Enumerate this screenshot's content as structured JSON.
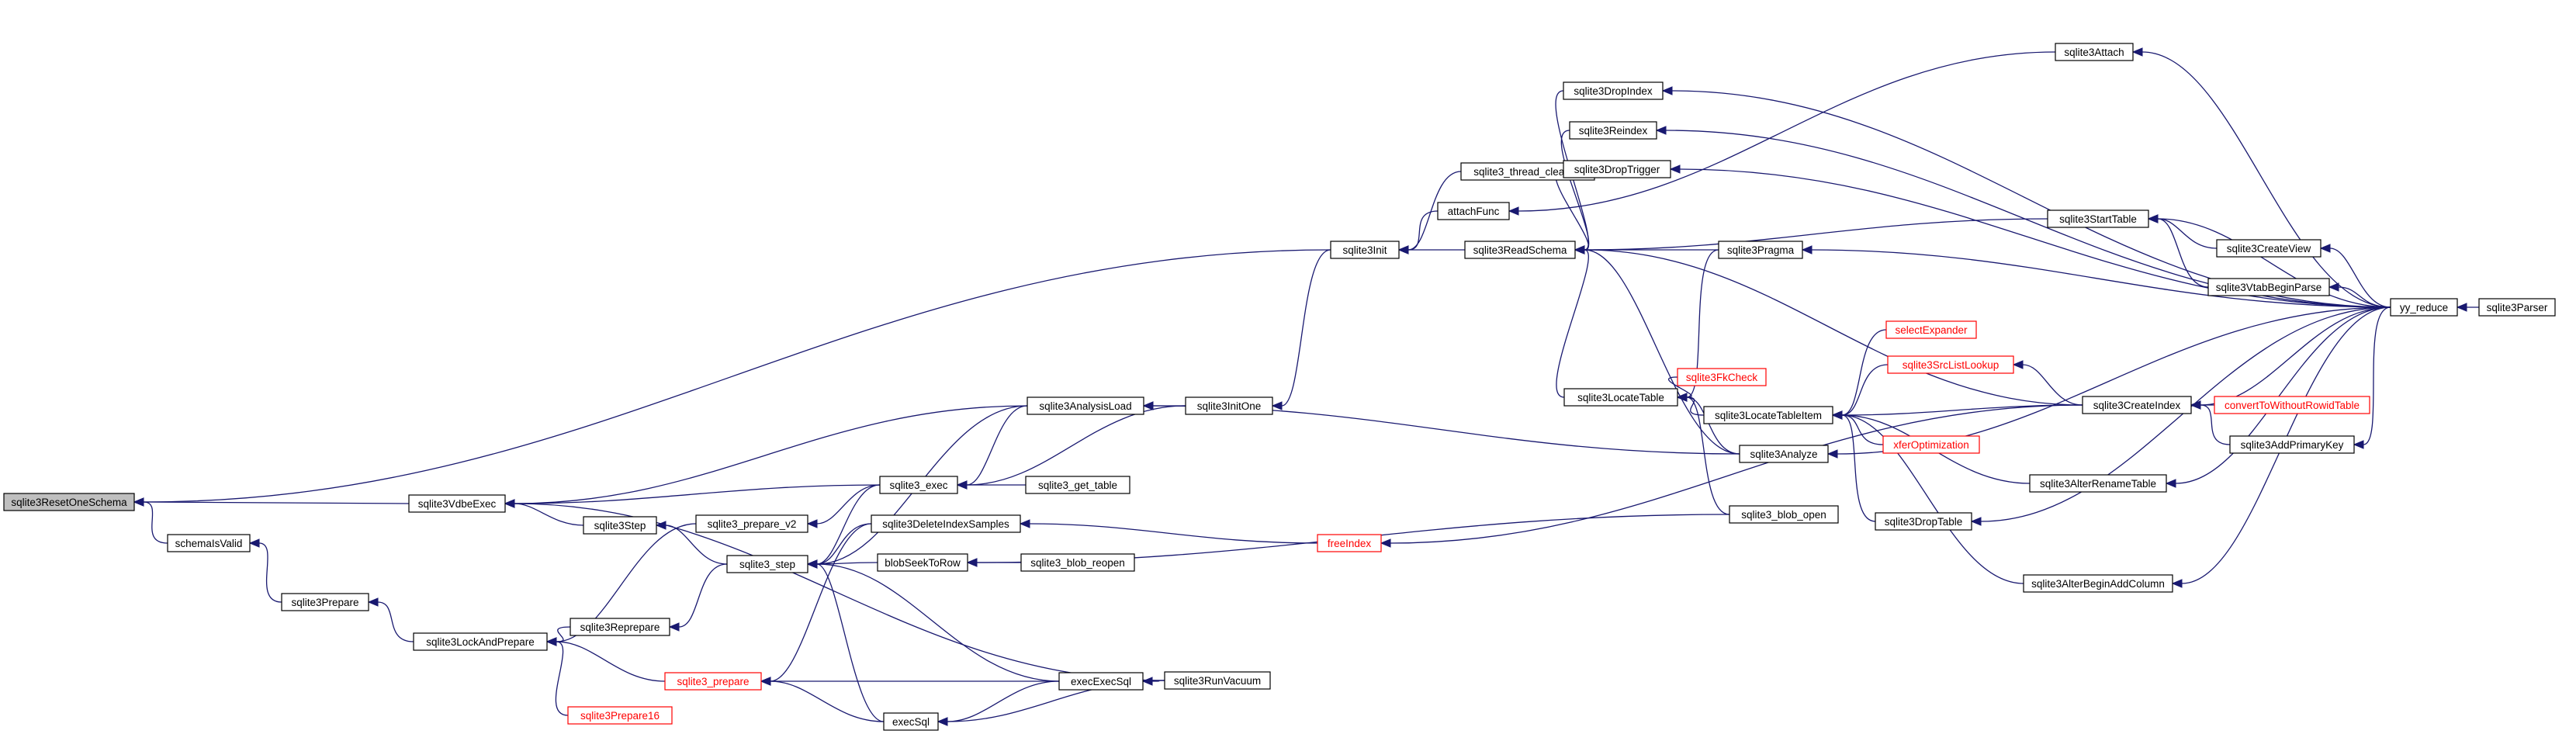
{
  "nodes": [
    {
      "id": "sqlite3ResetOneSchema",
      "label": "sqlite3ResetOneSchema",
      "root": true
    },
    {
      "id": "sqlite3VdbeExec",
      "label": "sqlite3VdbeExec"
    },
    {
      "id": "schemaIsValid",
      "label": "schemaIsValid"
    },
    {
      "id": "sqlite3Init",
      "label": "sqlite3Init"
    },
    {
      "id": "sqlite3Prepare",
      "label": "sqlite3Prepare"
    },
    {
      "id": "sqlite3LockAndPrepare",
      "label": "sqlite3LockAndPrepare"
    },
    {
      "id": "sqlite3Prepare16",
      "label": "sqlite3Prepare16",
      "red": true
    },
    {
      "id": "sqlite3Reprepare",
      "label": "sqlite3Reprepare"
    },
    {
      "id": "sqlite3_prepare",
      "label": "sqlite3_prepare",
      "red": true
    },
    {
      "id": "sqlite3_prepare_v2",
      "label": "sqlite3_prepare_v2"
    },
    {
      "id": "sqlite3Step",
      "label": "sqlite3Step"
    },
    {
      "id": "sqlite3_step",
      "label": "sqlite3_step"
    },
    {
      "id": "sqlite3_exec",
      "label": "sqlite3_exec"
    },
    {
      "id": "sqlite3AnalysisLoad",
      "label": "sqlite3AnalysisLoad"
    },
    {
      "id": "sqlite3DeleteIndexSamples",
      "label": "sqlite3DeleteIndexSamples"
    },
    {
      "id": "blobSeekToRow",
      "label": "blobSeekToRow"
    },
    {
      "id": "execExecSql",
      "label": "execExecSql"
    },
    {
      "id": "execSql",
      "label": "execSql"
    },
    {
      "id": "sqlite3_get_table",
      "label": "sqlite3_get_table"
    },
    {
      "id": "sqlite3_blob_reopen",
      "label": "sqlite3_blob_reopen"
    },
    {
      "id": "sqlite3RunVacuum",
      "label": "sqlite3RunVacuum"
    },
    {
      "id": "sqlite3InitOne",
      "label": "sqlite3InitOne"
    },
    {
      "id": "freeIndex",
      "label": "freeIndex",
      "red": true
    },
    {
      "id": "sqlite3_thread_cleanup",
      "label": "sqlite3_thread_cleanup"
    },
    {
      "id": "attachFunc",
      "label": "attachFunc"
    },
    {
      "id": "sqlite3ReadSchema",
      "label": "sqlite3ReadSchema"
    },
    {
      "id": "sqlite3DropIndex",
      "label": "sqlite3DropIndex"
    },
    {
      "id": "sqlite3Reindex",
      "label": "sqlite3Reindex"
    },
    {
      "id": "sqlite3DropTrigger",
      "label": "sqlite3DropTrigger"
    },
    {
      "id": "sqlite3LocateTable",
      "label": "sqlite3LocateTable"
    },
    {
      "id": "sqlite3Analyze",
      "label": "sqlite3Analyze"
    },
    {
      "id": "sqlite3_blob_open",
      "label": "sqlite3_blob_open"
    },
    {
      "id": "sqlite3FkCheck",
      "label": "sqlite3FkCheck",
      "red": true
    },
    {
      "id": "sqlite3LocateTableItem",
      "label": "sqlite3LocateTableItem"
    },
    {
      "id": "sqlite3Pragma",
      "label": "sqlite3Pragma"
    },
    {
      "id": "sqlite3Attach",
      "label": "sqlite3Attach"
    },
    {
      "id": "sqlite3StartTable",
      "label": "sqlite3StartTable"
    },
    {
      "id": "selectExpander",
      "label": "selectExpander",
      "red": true
    },
    {
      "id": "sqlite3SrcListLookup",
      "label": "sqlite3SrcListLookup",
      "red": true
    },
    {
      "id": "xferOptimization",
      "label": "xferOptimization",
      "red": true
    },
    {
      "id": "sqlite3DropTable",
      "label": "sqlite3DropTable"
    },
    {
      "id": "sqlite3AlterRenameTable",
      "label": "sqlite3AlterRenameTable"
    },
    {
      "id": "sqlite3AlterBeginAddColumn",
      "label": "sqlite3AlterBeginAddColumn"
    },
    {
      "id": "sqlite3CreateIndex",
      "label": "sqlite3CreateIndex"
    },
    {
      "id": "sqlite3CreateView",
      "label": "sqlite3CreateView"
    },
    {
      "id": "sqlite3VtabBeginParse",
      "label": "sqlite3VtabBeginParse"
    },
    {
      "id": "convertToWithoutRowidTable",
      "label": "convertToWithoutRowidTable",
      "red": true
    },
    {
      "id": "sqlite3AddPrimaryKey",
      "label": "sqlite3AddPrimaryKey"
    },
    {
      "id": "yy_reduce",
      "label": "yy_reduce"
    },
    {
      "id": "sqlite3Parser",
      "label": "sqlite3Parser"
    }
  ],
  "edges": [
    [
      "sqlite3VdbeExec",
      "sqlite3ResetOneSchema"
    ],
    [
      "schemaIsValid",
      "sqlite3ResetOneSchema"
    ],
    [
      "sqlite3Init",
      "sqlite3ResetOneSchema"
    ],
    [
      "sqlite3Prepare",
      "schemaIsValid"
    ],
    [
      "sqlite3LockAndPrepare",
      "sqlite3Prepare"
    ],
    [
      "sqlite3Prepare16",
      "sqlite3LockAndPrepare"
    ],
    [
      "sqlite3Reprepare",
      "sqlite3LockAndPrepare"
    ],
    [
      "sqlite3_prepare",
      "sqlite3LockAndPrepare"
    ],
    [
      "sqlite3_prepare_v2",
      "sqlite3LockAndPrepare"
    ],
    [
      "sqlite3Step",
      "sqlite3VdbeExec"
    ],
    [
      "sqlite3_exec",
      "sqlite3VdbeExec"
    ],
    [
      "sqlite3AnalysisLoad",
      "sqlite3VdbeExec"
    ],
    [
      "sqlite3RunVacuum",
      "sqlite3VdbeExec"
    ],
    [
      "sqlite3_step",
      "sqlite3Step"
    ],
    [
      "sqlite3_step",
      "sqlite3Reprepare"
    ],
    [
      "sqlite3_exec",
      "sqlite3_prepare_v2"
    ],
    [
      "sqlite3_exec",
      "sqlite3_step"
    ],
    [
      "sqlite3DeleteIndexSamples",
      "sqlite3_step"
    ],
    [
      "blobSeekToRow",
      "sqlite3_step"
    ],
    [
      "execExecSql",
      "sqlite3_step"
    ],
    [
      "execSql",
      "sqlite3_step"
    ],
    [
      "sqlite3AnalysisLoad",
      "sqlite3_step"
    ],
    [
      "sqlite3AnalysisLoad",
      "sqlite3_exec"
    ],
    [
      "sqlite3_get_table",
      "sqlite3_exec"
    ],
    [
      "sqlite3InitOne",
      "sqlite3_exec"
    ],
    [
      "sqlite3DeleteIndexSamples",
      "sqlite3_prepare"
    ],
    [
      "execExecSql",
      "sqlite3_prepare"
    ],
    [
      "execSql",
      "sqlite3_prepare"
    ],
    [
      "sqlite3RunVacuum",
      "execExecSql"
    ],
    [
      "sqlite3RunVacuum",
      "execSql"
    ],
    [
      "execExecSql",
      "execSql"
    ],
    [
      "sqlite3_blob_reopen",
      "blobSeekToRow"
    ],
    [
      "sqlite3_blob_open",
      "blobSeekToRow"
    ],
    [
      "sqlite3InitOne",
      "sqlite3AnalysisLoad"
    ],
    [
      "sqlite3Analyze",
      "sqlite3AnalysisLoad"
    ],
    [
      "freeIndex",
      "sqlite3DeleteIndexSamples"
    ],
    [
      "sqlite3CreateIndex",
      "freeIndex"
    ],
    [
      "sqlite3Init",
      "sqlite3InitOne"
    ],
    [
      "sqlite3_thread_cleanup",
      "sqlite3Init"
    ],
    [
      "attachFunc",
      "sqlite3Init"
    ],
    [
      "sqlite3ReadSchema",
      "sqlite3Init"
    ],
    [
      "sqlite3Attach",
      "attachFunc"
    ],
    [
      "sqlite3DropIndex",
      "sqlite3ReadSchema"
    ],
    [
      "sqlite3Reindex",
      "sqlite3ReadSchema"
    ],
    [
      "sqlite3DropTrigger",
      "sqlite3ReadSchema"
    ],
    [
      "sqlite3StartTable",
      "sqlite3ReadSchema"
    ],
    [
      "sqlite3Pragma",
      "sqlite3ReadSchema"
    ],
    [
      "sqlite3LocateTable",
      "sqlite3ReadSchema"
    ],
    [
      "sqlite3Analyze",
      "sqlite3ReadSchema"
    ],
    [
      "sqlite3CreateIndex",
      "sqlite3ReadSchema"
    ],
    [
      "sqlite3Pragma",
      "sqlite3LocateTable"
    ],
    [
      "sqlite3FkCheck",
      "sqlite3LocateTable"
    ],
    [
      "sqlite3LocateTableItem",
      "sqlite3LocateTable"
    ],
    [
      "sqlite3Analyze",
      "sqlite3LocateTable"
    ],
    [
      "sqlite3_blob_open",
      "sqlite3LocateTable"
    ],
    [
      "selectExpander",
      "sqlite3LocateTableItem"
    ],
    [
      "sqlite3SrcListLookup",
      "sqlite3LocateTableItem"
    ],
    [
      "xferOptimization",
      "sqlite3LocateTableItem"
    ],
    [
      "sqlite3CreateIndex",
      "sqlite3LocateTableItem"
    ],
    [
      "sqlite3AlterRenameTable",
      "sqlite3LocateTableItem"
    ],
    [
      "sqlite3DropTable",
      "sqlite3LocateTableItem"
    ],
    [
      "sqlite3AlterBeginAddColumn",
      "sqlite3LocateTableItem"
    ],
    [
      "sqlite3CreateIndex",
      "sqlite3SrcListLookup"
    ],
    [
      "convertToWithoutRowidTable",
      "sqlite3CreateIndex"
    ],
    [
      "sqlite3AddPrimaryKey",
      "sqlite3CreateIndex"
    ],
    [
      "sqlite3CreateView",
      "sqlite3StartTable"
    ],
    [
      "sqlite3VtabBeginParse",
      "sqlite3StartTable"
    ],
    [
      "yy_reduce",
      "sqlite3Attach"
    ],
    [
      "yy_reduce",
      "sqlite3DropIndex"
    ],
    [
      "yy_reduce",
      "sqlite3Reindex"
    ],
    [
      "yy_reduce",
      "sqlite3DropTrigger"
    ],
    [
      "yy_reduce",
      "sqlite3StartTable"
    ],
    [
      "yy_reduce",
      "sqlite3CreateView"
    ],
    [
      "yy_reduce",
      "sqlite3VtabBeginParse"
    ],
    [
      "yy_reduce",
      "sqlite3Pragma"
    ],
    [
      "yy_reduce",
      "sqlite3CreateIndex"
    ],
    [
      "yy_reduce",
      "sqlite3AddPrimaryKey"
    ],
    [
      "yy_reduce",
      "sqlite3AlterRenameTable"
    ],
    [
      "yy_reduce",
      "sqlite3DropTable"
    ],
    [
      "yy_reduce",
      "sqlite3AlterBeginAddColumn"
    ],
    [
      "yy_reduce",
      "sqlite3Analyze"
    ],
    [
      "sqlite3Parser",
      "yy_reduce"
    ]
  ],
  "colors": {
    "edge": "#191970",
    "root_fill": "#bfbfbf",
    "node_fill": "#ffffff",
    "red_label": "#ff0000"
  }
}
